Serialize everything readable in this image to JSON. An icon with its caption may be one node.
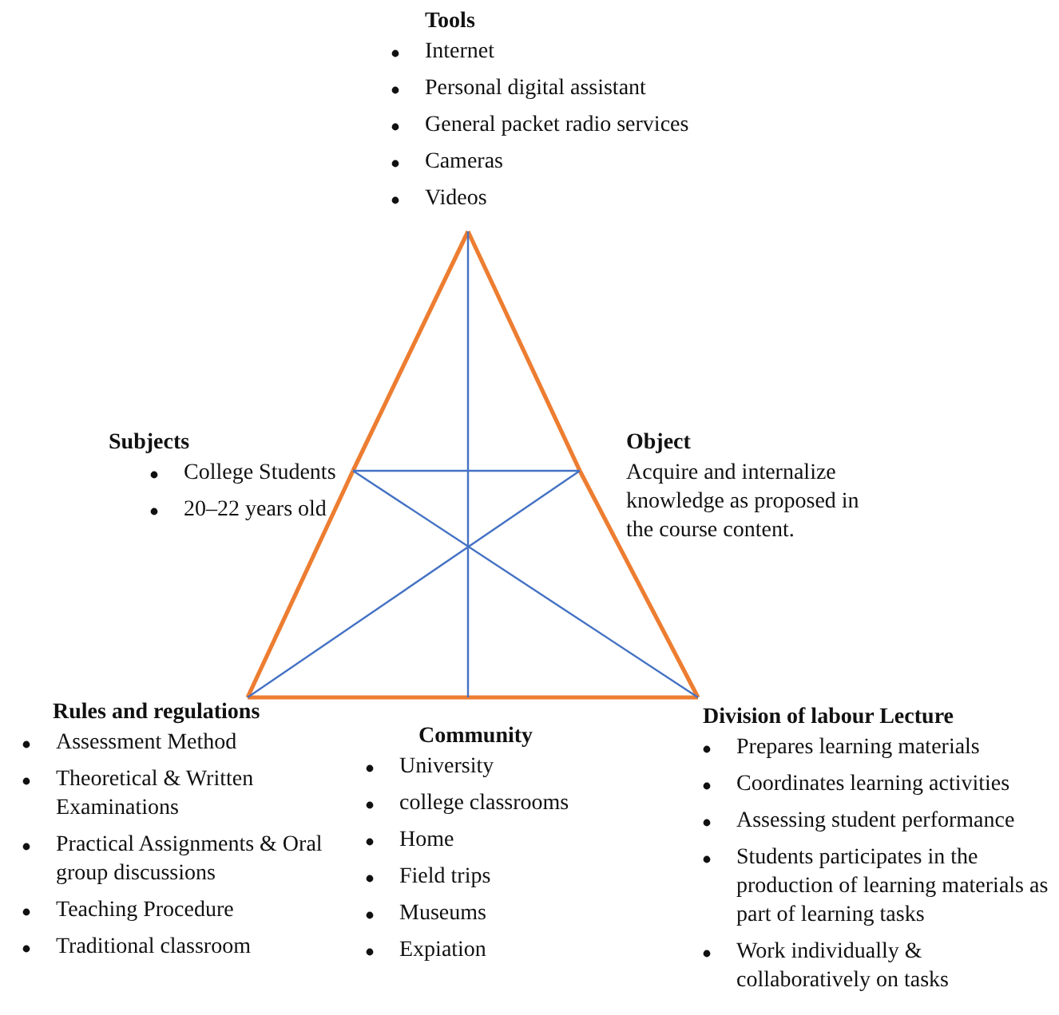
{
  "diagram": {
    "nodes": [
      {
        "text": [
          "Tools",
          "Internet",
          "Personal digital assistant",
          "General packet radio services",
          "Cameras",
          "Videos"
        ]
      },
      {
        "text": [
          "Subjects",
          "College Students",
          "20–22 years old"
        ]
      },
      {
        "text": [
          "Object",
          "Acquire and internalize knowledge as proposed in the course content."
        ]
      },
      {
        "text": [
          "Rules and regulations",
          "Assessment Method",
          "Theoretical & Written Examinations",
          "Practical Assignments & Oral group discussions",
          "Teaching Procedure",
          "Traditional classroom"
        ]
      },
      {
        "text": [
          "Community",
          "University",
          "college classrooms",
          "Home",
          "Field trips",
          "Museums",
          "Expiation"
        ]
      },
      {
        "text": [
          "Division of labour Lecture",
          "Prepares learning materials",
          "Coordinates learning activities",
          "Assessing student performance",
          "Students participates in the production of learning materials as part of learning tasks",
          "Work individually & collaboratively on tasks"
        ]
      }
    ],
    "edges": [
      {
        "from": 0,
        "to": 1,
        "arrow": "none"
      },
      {
        "from": 1,
        "to": 3,
        "arrow": "none"
      },
      {
        "from": 0,
        "to": 2,
        "arrow": "none"
      },
      {
        "from": 2,
        "to": 5,
        "arrow": "none"
      },
      {
        "from": 3,
        "to": 4,
        "arrow": "none"
      },
      {
        "from": 4,
        "to": 5,
        "arrow": "none"
      },
      {
        "from": 1,
        "to": 2,
        "arrow": "none",
        "color": "#4472c4"
      },
      {
        "from": 0,
        "to": 4,
        "arrow": "none",
        "color": "#4472c4"
      },
      {
        "from": 1,
        "to": 5,
        "arrow": "none",
        "color": "#4472c4"
      },
      {
        "from": 2,
        "to": 3,
        "arrow": "none",
        "color": "#4472c4"
      }
    ]
  }
}
